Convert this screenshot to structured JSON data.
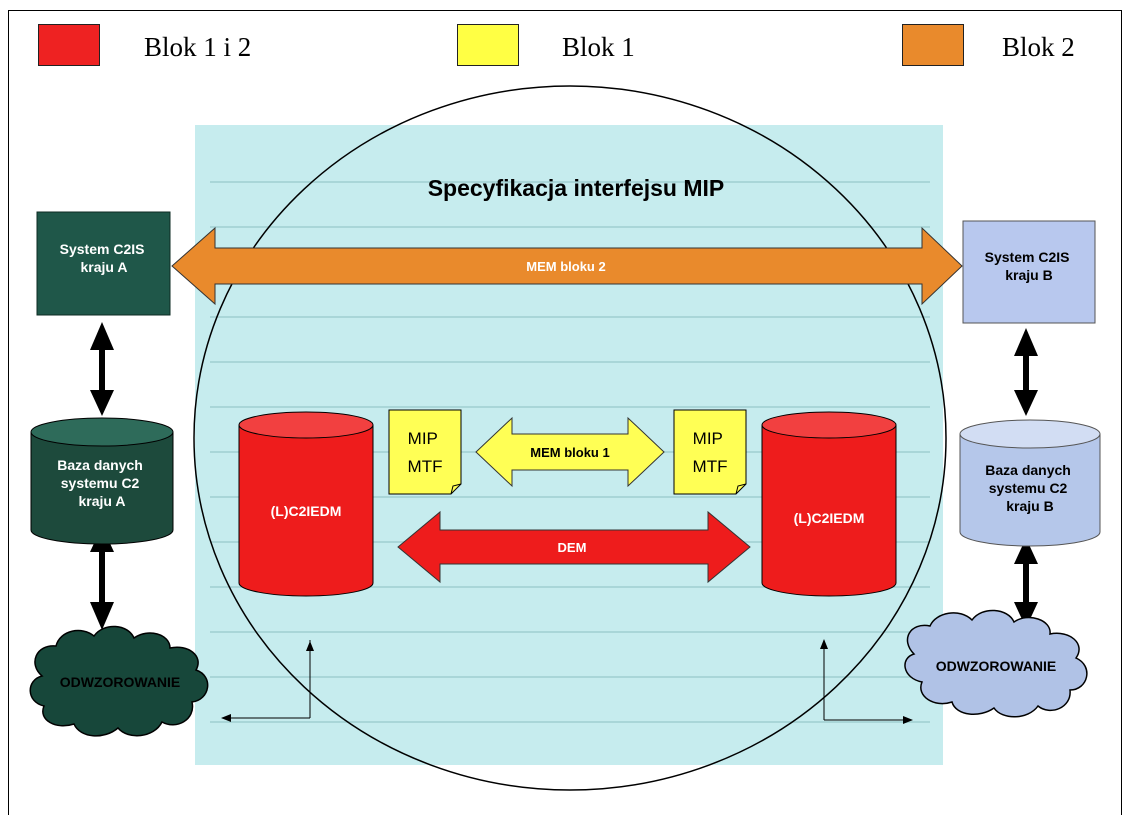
{
  "legend": [
    {
      "label": "Blok  1 i 2",
      "color": "#ee2222"
    },
    {
      "label": "Blok  1",
      "color": "#ffff44"
    },
    {
      "label": "Blok  2",
      "color": "#e98a2c"
    }
  ],
  "title": "Specyfikacja interfejsu MIP",
  "left": {
    "system": [
      "System C2IS",
      "kraju A"
    ],
    "database": [
      "Baza danych",
      "systemu C2",
      "kraju A"
    ],
    "mapping": "ODWZOROWANIE",
    "colors": {
      "system": "#1f5749",
      "database": "#1d4a3c",
      "mapping": "#17473a"
    }
  },
  "right": {
    "system": [
      "System C2IS",
      "kraju B"
    ],
    "database": [
      "Baza danych",
      "systemu C2",
      "kraju B"
    ],
    "mapping": "ODWZOROWANIE",
    "colors": {
      "system": "#b8c8ee",
      "database": "#b5c7ea",
      "mapping": "#b0c2e6"
    }
  },
  "center": {
    "mem2": "MEM bloku 2",
    "mem1": "MEM bloku 1",
    "dem": "DEM",
    "mtf_left": [
      "MIP",
      "MTF"
    ],
    "mtf_right": [
      "MIP",
      "MTF"
    ],
    "c2iedm_left": "(L)C2IEDM",
    "c2iedm_right": "(L)C2IEDM"
  },
  "colors": {
    "red": "#ee1c1c",
    "yellow": "#ffff55",
    "orange": "#e98a2c",
    "watermark": "#c6ecee"
  }
}
